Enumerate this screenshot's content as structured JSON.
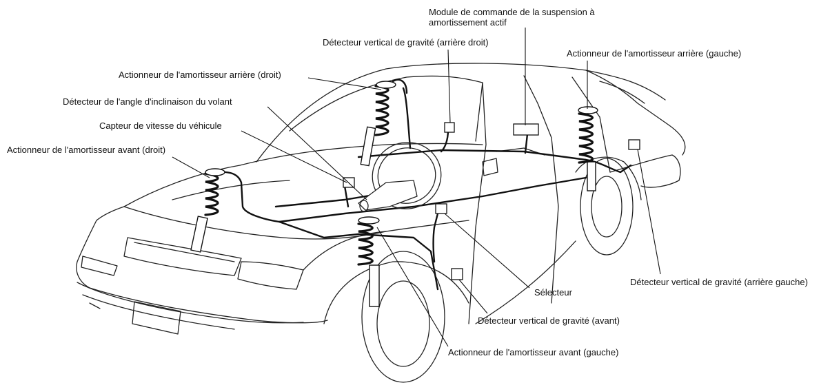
{
  "labels": {
    "control_module_line1": "Module de commande de la suspension à",
    "control_module_line2": "amortissement actif",
    "rear_right_gravity_sensor": "Détecteur vertical de gravité (arrière droit)",
    "rear_left_actuator": "Actionneur de l'amortisseur arrière (gauche)",
    "rear_right_actuator": "Actionneur de l'amortisseur arrière (droit)",
    "steering_angle_sensor": "Détecteur de l'angle d'inclinaison du volant",
    "vehicle_speed_sensor": "Capteur de vitesse du véhicule",
    "front_right_actuator": "Actionneur de l'amortisseur avant (droit)",
    "rear_left_gravity_sensor": "Détecteur vertical de gravité (arrière gauche)",
    "selector": "Sélecteur",
    "front_gravity_sensor": "Détecteur vertical de gravité (avant)",
    "front_left_actuator": "Actionneur de l'amortisseur avant (gauche)"
  },
  "colors": {
    "line": "#111111",
    "background": "#ffffff"
  }
}
